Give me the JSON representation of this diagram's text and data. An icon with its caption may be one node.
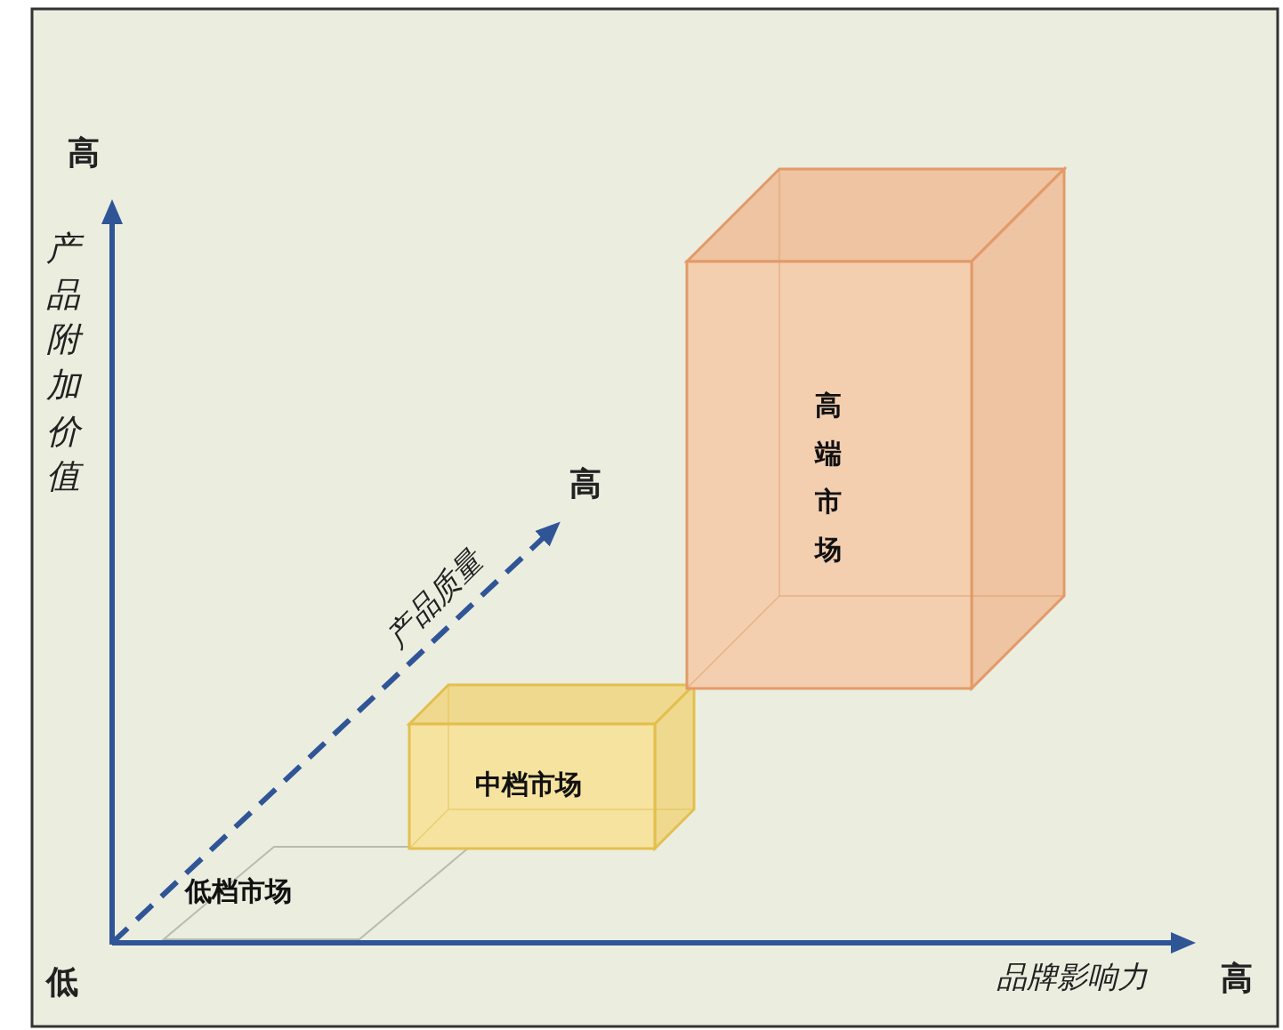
{
  "diagram": {
    "nodes": [
      {
        "text": [
          "低档市场"
        ]
      },
      {
        "text": [
          "中档市场"
        ]
      },
      {
        "text": [
          "高端市场"
        ]
      }
    ],
    "labels": [
      "高",
      "产品附加价值",
      "高",
      "产品质量",
      "低",
      "品牌影响力",
      "高"
    ]
  }
}
